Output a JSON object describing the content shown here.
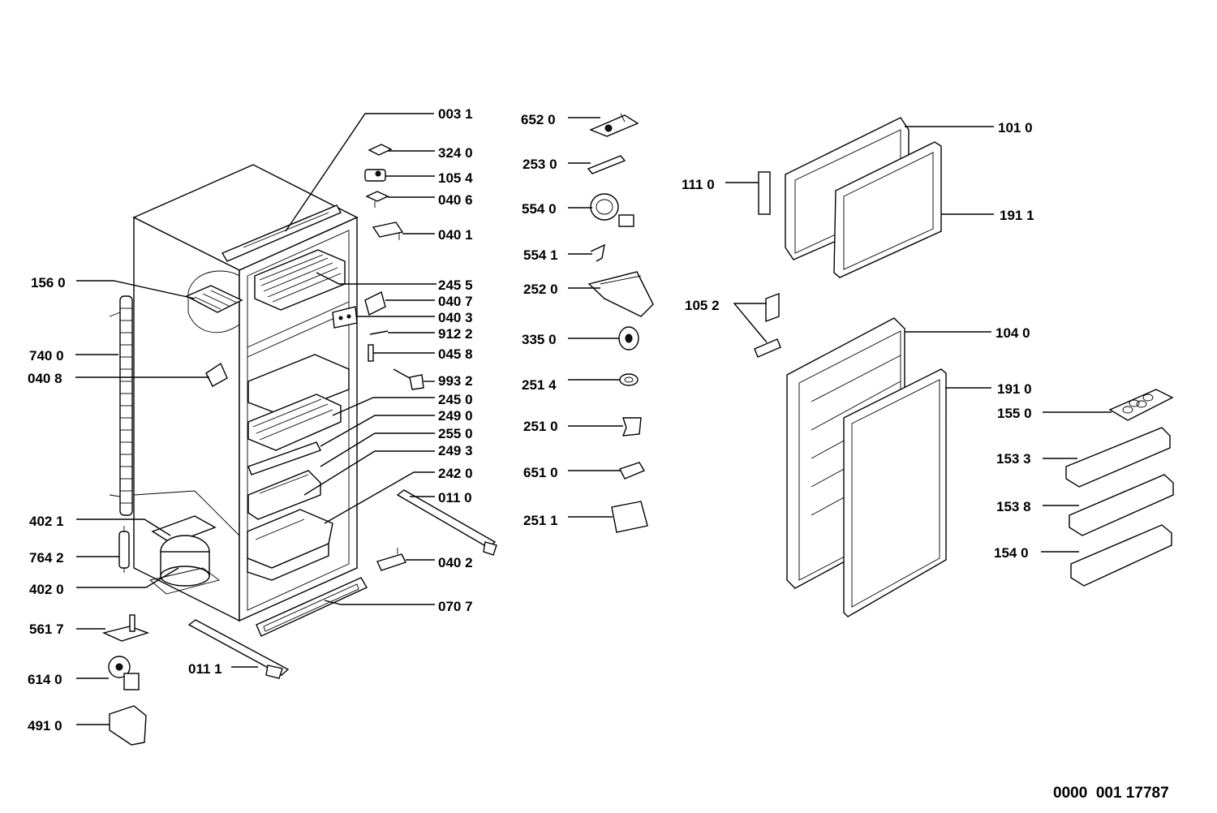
{
  "document_id": "0000  001 17787",
  "callouts": [
    {
      "id": "c-0031",
      "label": "003 1"
    },
    {
      "id": "c-3240",
      "label": "324 0"
    },
    {
      "id": "c-1054",
      "label": "105 4"
    },
    {
      "id": "c-0406",
      "label": "040 6"
    },
    {
      "id": "c-0401",
      "label": "040 1"
    },
    {
      "id": "c-2455",
      "label": "245 5"
    },
    {
      "id": "c-0407",
      "label": "040 7"
    },
    {
      "id": "c-0403",
      "label": "040 3"
    },
    {
      "id": "c-9122",
      "label": "912 2"
    },
    {
      "id": "c-0458",
      "label": "045 8"
    },
    {
      "id": "c-9932",
      "label": "993 2"
    },
    {
      "id": "c-2450",
      "label": "245 0"
    },
    {
      "id": "c-2490",
      "label": "249 0"
    },
    {
      "id": "c-2550",
      "label": "255 0"
    },
    {
      "id": "c-2493",
      "label": "249 3"
    },
    {
      "id": "c-2420",
      "label": "242 0"
    },
    {
      "id": "c-0110",
      "label": "011 0"
    },
    {
      "id": "c-0402",
      "label": "040 2"
    },
    {
      "id": "c-0707",
      "label": "070 7"
    },
    {
      "id": "c-0111",
      "label": "011 1"
    },
    {
      "id": "c-1560",
      "label": "156 0"
    },
    {
      "id": "c-7400",
      "label": "740 0"
    },
    {
      "id": "c-0408",
      "label": "040 8"
    },
    {
      "id": "c-4021",
      "label": "402 1"
    },
    {
      "id": "c-7642",
      "label": "764 2"
    },
    {
      "id": "c-4020",
      "label": "402 0"
    },
    {
      "id": "c-5617",
      "label": "561 7"
    },
    {
      "id": "c-6140",
      "label": "614 0"
    },
    {
      "id": "c-4910",
      "label": "491 0"
    },
    {
      "id": "c-6520",
      "label": "652 0"
    },
    {
      "id": "c-2530",
      "label": "253 0"
    },
    {
      "id": "c-5540",
      "label": "554 0"
    },
    {
      "id": "c-5541",
      "label": "554 1"
    },
    {
      "id": "c-2520",
      "label": "252 0"
    },
    {
      "id": "c-3350",
      "label": "335 0"
    },
    {
      "id": "c-2514",
      "label": "251 4"
    },
    {
      "id": "c-2510",
      "label": "251 0"
    },
    {
      "id": "c-6510",
      "label": "651 0"
    },
    {
      "id": "c-2511",
      "label": "251 1"
    },
    {
      "id": "c-1110",
      "label": "111 0"
    },
    {
      "id": "c-1052",
      "label": "105 2"
    },
    {
      "id": "c-1010",
      "label": "101 0"
    },
    {
      "id": "c-1911",
      "label": "191 1"
    },
    {
      "id": "c-1040",
      "label": "104 0"
    },
    {
      "id": "c-1910",
      "label": "191 0"
    },
    {
      "id": "c-1550",
      "label": "155 0"
    },
    {
      "id": "c-1533",
      "label": "153 3"
    },
    {
      "id": "c-1538",
      "label": "153 8"
    },
    {
      "id": "c-1540",
      "label": "154 0"
    }
  ]
}
